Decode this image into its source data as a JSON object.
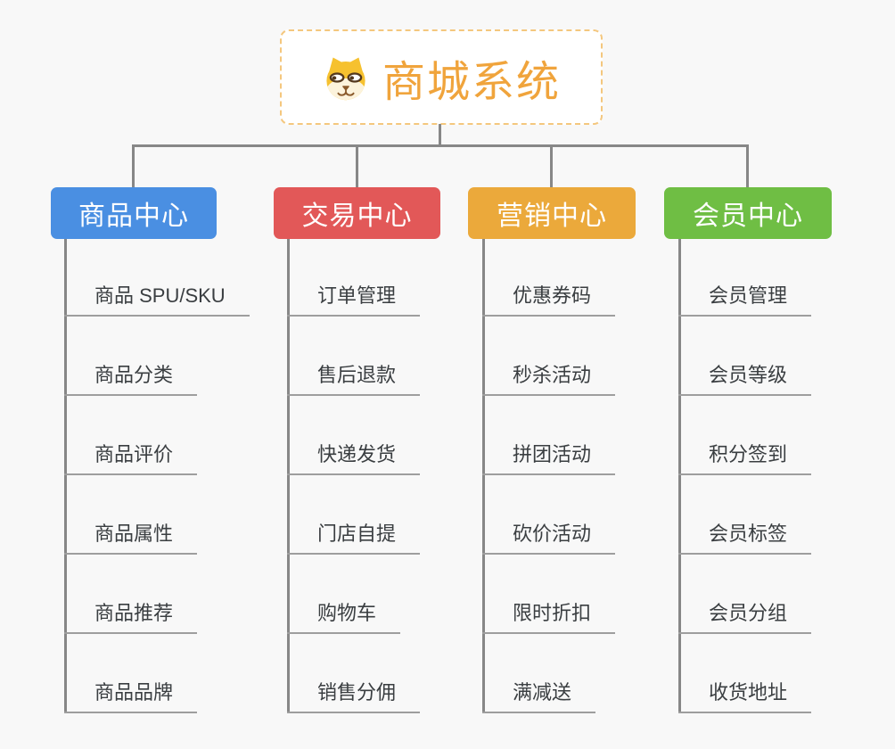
{
  "colors": {
    "background": "#F8F8F8",
    "connector": "#878787",
    "underline": "#9E9E9E",
    "child_text": "#3A3E41",
    "root_text": "#F0A43C",
    "root_border": "#F4C77E",
    "root_bg": "#FFFFFF",
    "branch_text": "#FFFFFF"
  },
  "root": {
    "title": "商城系统",
    "icon": "dog-face"
  },
  "branches": [
    {
      "label": "商品中心",
      "color": "#4A8FE2",
      "children": [
        "商品 SPU/SKU",
        "商品分类",
        "商品评价",
        "商品属性",
        "商品推荐",
        "商品品牌"
      ]
    },
    {
      "label": "交易中心",
      "color": "#E25858",
      "children": [
        "订单管理",
        "售后退款",
        "快递发货",
        "门店自提",
        "购物车",
        "销售分佣"
      ]
    },
    {
      "label": "营销中心",
      "color": "#EBA93B",
      "children": [
        "优惠券码",
        "秒杀活动",
        "拼团活动",
        "砍价活动",
        "限时折扣",
        "满减送"
      ]
    },
    {
      "label": "会员中心",
      "color": "#6FBE44",
      "children": [
        "会员管理",
        "会员等级",
        "积分签到",
        "会员标签",
        "会员分组",
        "收货地址"
      ]
    }
  ]
}
